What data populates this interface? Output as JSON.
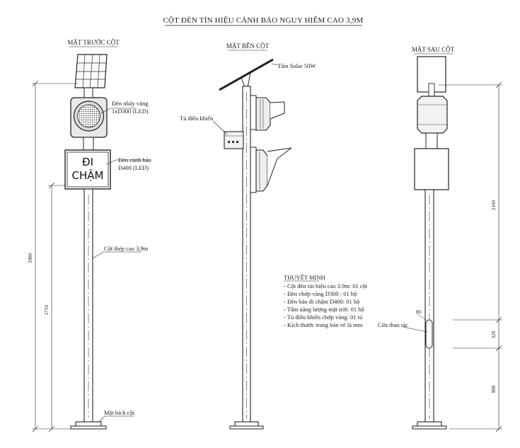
{
  "title": "CỘT ĐÈN TÍN HIỆU CẢNH BÁO NGUY HIỂM CAO 3,9M",
  "views": {
    "front": "MẶT TRƯỚC CỘT",
    "side": "MẶT BÊN CỘT",
    "back": "MẶT SAU CỘT"
  },
  "front_labels": {
    "flasher_line1": "Đèn nháy vàng",
    "flasher_line2": "1xD300 (LED)",
    "warning_light_line1": "Đèn cảnh báo",
    "warning_light_line2": "D400 (LED)",
    "steel_pole": "Cột thép cao 3,9m",
    "base_plate": "Mặt bích cột"
  },
  "sign": {
    "line1": "ĐI",
    "line2": "CHẬM"
  },
  "side_labels": {
    "solar_panel": "Tấm Solar 50W",
    "control_box": "Tủ điều khiển"
  },
  "back_labels": {
    "door": "Cửa thao tác"
  },
  "dimensions": {
    "front_total": "3900",
    "front_lower": "2710",
    "back_upper": "2160",
    "back_door": "320",
    "back_lower": "900",
    "door_width": "80"
  },
  "notes": {
    "heading": "THUYẾT MINH",
    "items": [
      "- Cột đèn tín hiệu cao 3.9m: 01 cột",
      "- Đèn chớp vàng D300 : 01 bộ",
      "- Đèn báo đi chậm D400: 01 bộ",
      "- Tấm năng lượng mặt trời: 01 bộ",
      "- Tủ điều khiển chớp vàng: 01 tủ",
      "- Kích thước trong bản vẽ là mm"
    ]
  }
}
